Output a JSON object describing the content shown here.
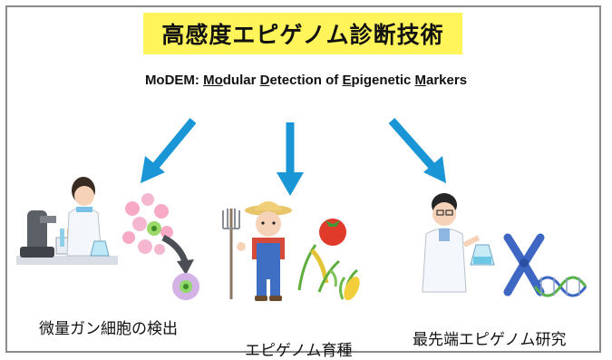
{
  "title": "高感度エピゲノム診断技術",
  "subtitle": {
    "lead": "MoDEM: ",
    "p1_u": "Mo",
    "p1": "dular ",
    "p2_u": "D",
    "p2": "etection of ",
    "p3_u": "E",
    "p3": "pigenetic ",
    "p4_u": "M",
    "p4": "arkers"
  },
  "captions": {
    "left": "微量ガン細胞の検出",
    "center": "エピゲノム育種",
    "right": "最先端エピゲノム研究"
  },
  "colors": {
    "title_band": "#fff45a",
    "arrow": "#1a96d6",
    "frame": "#8a8a8a"
  }
}
